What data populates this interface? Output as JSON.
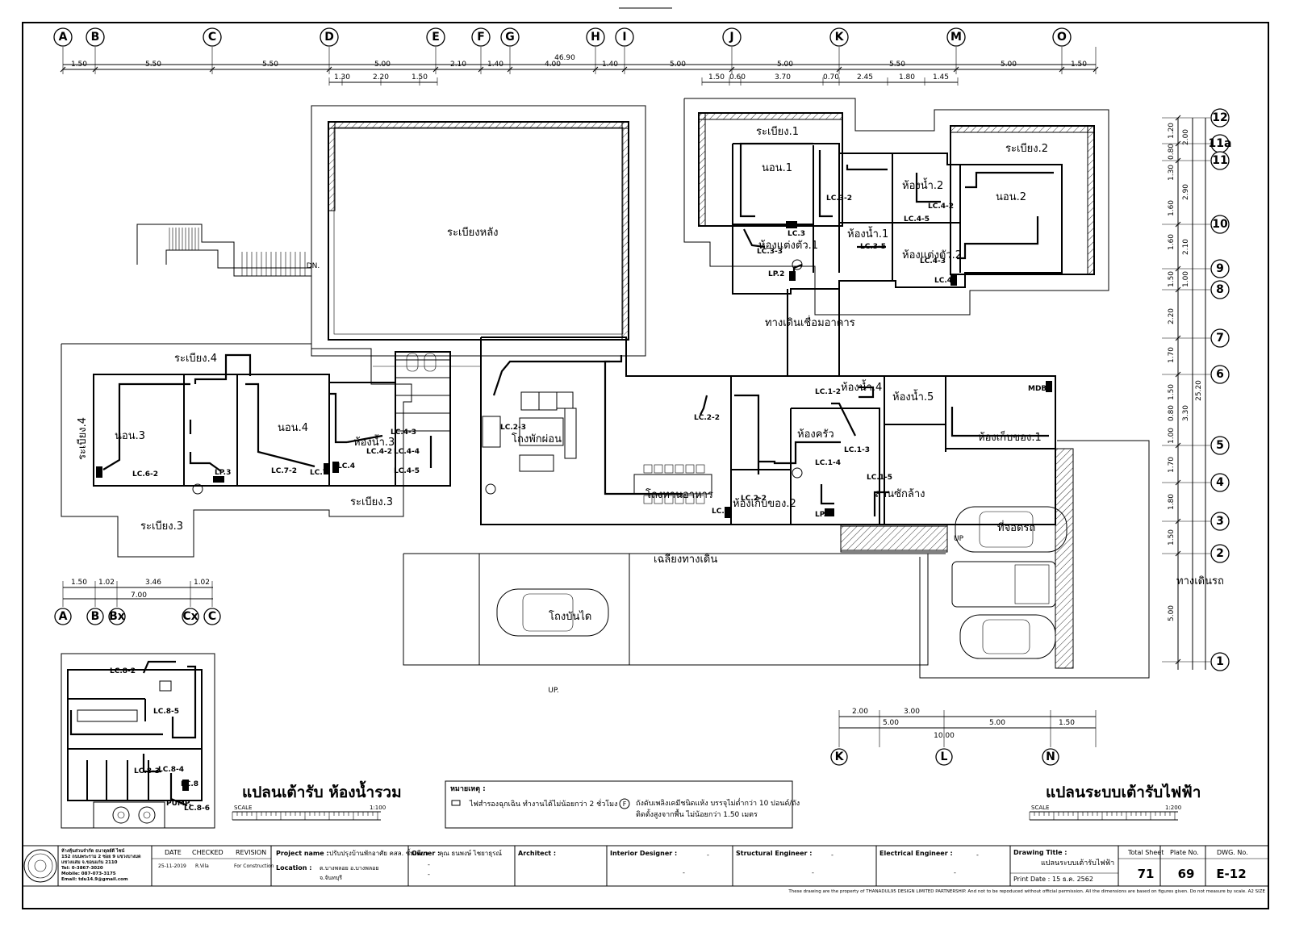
{
  "grid_top": [
    "A",
    "B",
    "C",
    "D",
    "E",
    "F",
    "G",
    "H",
    "I",
    "J",
    "K",
    "M",
    "O"
  ],
  "grid_right": [
    "12",
    "11a",
    "11",
    "10",
    "9",
    "8",
    "7",
    "6",
    "5",
    "4",
    "3",
    "2",
    "1"
  ],
  "grid_toilet": [
    "A",
    "B",
    "Bx",
    "Cx",
    "C"
  ],
  "grid_carport": [
    "K",
    "L",
    "N"
  ],
  "dims": {
    "overall": "46.90",
    "top_row": [
      "1.50",
      "5.50",
      "5.50",
      "5.00",
      "2.10",
      "1.40",
      "4.00",
      "1.40",
      "5.00",
      "5.00",
      "5.50",
      "5.00",
      "1.50"
    ],
    "sub_left": [
      "1.30",
      "2.20",
      "1.50"
    ],
    "sub_right": [
      "1.50",
      "0.60",
      "3.70",
      "0.70",
      "2.45",
      "1.80",
      "1.45"
    ],
    "right_col": [
      "1.20",
      "0.80",
      "1.30",
      "1.60",
      "1.60",
      "1.50",
      "2.20",
      "1.70",
      "1.50",
      "0.80",
      "1.00",
      "1.70",
      "1.80",
      "1.50",
      "5.00"
    ],
    "right_col2": [
      "2.00",
      "2.90",
      "2.10",
      "1.00",
      "3.30"
    ],
    "right_total": "25.20",
    "toilet": [
      "1.50",
      "1.02",
      "3.46",
      "1.02"
    ],
    "toilet_total": "7.00",
    "carport": [
      "2.00",
      "3.00",
      "5.00",
      "5.00",
      "1.50"
    ],
    "carport_total": "10.00"
  },
  "rooms": {
    "rear_terrace": "ระเบียงหลัง",
    "terrace1": "ระเบียง.1",
    "terrace2": "ระเบียง.2",
    "terrace3a": "ระเบียง.3",
    "terrace3b": "ระเบียง.3",
    "terrace4a": "ระเบียง.4",
    "terrace4b": "ระเบียง.4",
    "bed1": "นอน.1",
    "bed2": "นอน.2",
    "bed3": "นอน.3",
    "bed4": "นอน.4",
    "bath1": "ห้องน้ำ.1",
    "bath2": "ห้องน้ำ.2",
    "bath3": "ห้องน้ำ.3",
    "bath4": "ห้องน้ำ.4",
    "bath5": "ห้องน้ำ.5",
    "dress1": "ห้องแต่งตัว.1",
    "dress2": "ห้องแต่งตัว.2",
    "corridor": "ทางเดินเชื่อมอาคาร",
    "living": "โถงพักผ่อน",
    "dining": "โถงทานอาหาร",
    "kitchen": "ห้องครัว",
    "storage2": "ห้องเก็บของ.2",
    "storage1": "ห้องเก็บของ.1",
    "laundry": "ลานซักล้าง",
    "parking": "ที่จอดรถ",
    "walkway": "เฉลียงทางเดิน",
    "stair_hall": "โถงบันได",
    "driveway": "ทางเดินรถ",
    "dn": "DN.",
    "up1": "UP.",
    "up2": "UP"
  },
  "lc_labels": [
    "LC.3-2",
    "LC.3",
    "LC.3-3",
    "LC.3-5",
    "LC.4-5",
    "LC.4-2",
    "LC.4-3",
    "LC.4",
    "LP.2",
    "LC.6-2",
    "LC.7-2",
    "LC.7",
    "LC.4",
    "LP.3",
    "LC.4-3",
    "LC.4-2",
    "LC.4-4",
    "LC.4-5",
    "LC.2-3",
    "LC.2-2",
    "LC.1-2",
    "LC.1-3",
    "LC.1-4",
    "LC.2-2",
    "LC.2",
    "LP.1",
    "LC.1-5",
    "MDB",
    "LC.8-2",
    "LC.8-5",
    "LC.8-4",
    "LC.8-3",
    "LC.8",
    "LC.8-6",
    "PUMP."
  ],
  "titles": {
    "toilet_plan": "แปลนเต้ารับ ห้องน้ำรวม",
    "toilet_scale_label": "SCALE",
    "toilet_scale": "1:100",
    "main_plan": "แปลนระบบเต้ารับไฟฟ้า",
    "main_scale_label": "SCALE",
    "main_scale": "1:200"
  },
  "legend": {
    "heading": "หมายเหตุ :",
    "item1": "ไฟสำรองฉุกเฉิน ทำงานได้ไม่น้อยกว่า 2 ชั่วโมง",
    "item2a": "ถังดับเพลิงเคมีชนิดแห้ง บรรจุไม่ต่ำกว่า 10 ปอนด์/ถัง",
    "item2b": "ติดตั้งสูงจากพื้น ไม่น้อยกว่า 1.50 เมตร",
    "fe_symbol": "F"
  },
  "title_block": {
    "firm_lines": [
      "ห้างหุ้นส่วนจำกัด ธนาดุลย์ดี ไซน์",
      "152 ถนนพระราม 2 ซอย 9 แขวงบางมด",
      "แขวงแสม จ.ขอนแก่น 2110",
      "Tel: 0-3867-3020",
      "Mobile: 087-073-3175",
      "Email: tdu14.9@gmail.com"
    ],
    "date_h": "DATE",
    "checked_h": "CHECKED",
    "revision_h": "REVISION",
    "date_v": "25-11-2019",
    "checked_v": "R.Vila",
    "revision_v": "For Construction",
    "project_label": "Project name :",
    "project_value": "ปรับปรุงบ้านพักอาศัย คสล. ชั้นเดียว",
    "location_label": "Location :",
    "location_value1": "ต.บางพลอย อ.บางพลอย",
    "location_value2": "จ.จันทบุรี",
    "owner_label": "Owner :",
    "owner_value": "คุณ ธนพงษ์ ไชยาธุรณ์",
    "owner_dash1": "-",
    "owner_dash2": "-",
    "architect_label": "Architect :",
    "interior_label": "Interior Designer :",
    "interior_dash1": "-",
    "interior_dash2": "-",
    "structural_label": "Structural Engineer :",
    "structural_dash1": "-",
    "structural_dash2": "-",
    "electrical_label": "Electrical Engineer :",
    "electrical_dash1": "-",
    "electrical_dash2": "-",
    "drawing_title_label": "Drawing Title :",
    "drawing_title_value": "แปลนระบบเต้ารับไฟฟ้า",
    "print_date_label": "Print Date :",
    "print_date_value": "15 ธ.ค. 2562",
    "total_sheet_label": "Total Sheet",
    "total_sheet_value": "71",
    "plate_label": "Plate No.",
    "plate_value": "69",
    "dwg_label": "DWG. No.",
    "dwg_value": "E-12",
    "footer_note": "These drawing are the property of THANADUL95 DESIGN LIMITED PARTNERSHIP. And not to be repoduced without official permission. All the dimensions are based on figures given. Do not measure by scale. A2 SIZE"
  },
  "colors": {
    "line": "#000000",
    "paper": "#ffffff"
  }
}
